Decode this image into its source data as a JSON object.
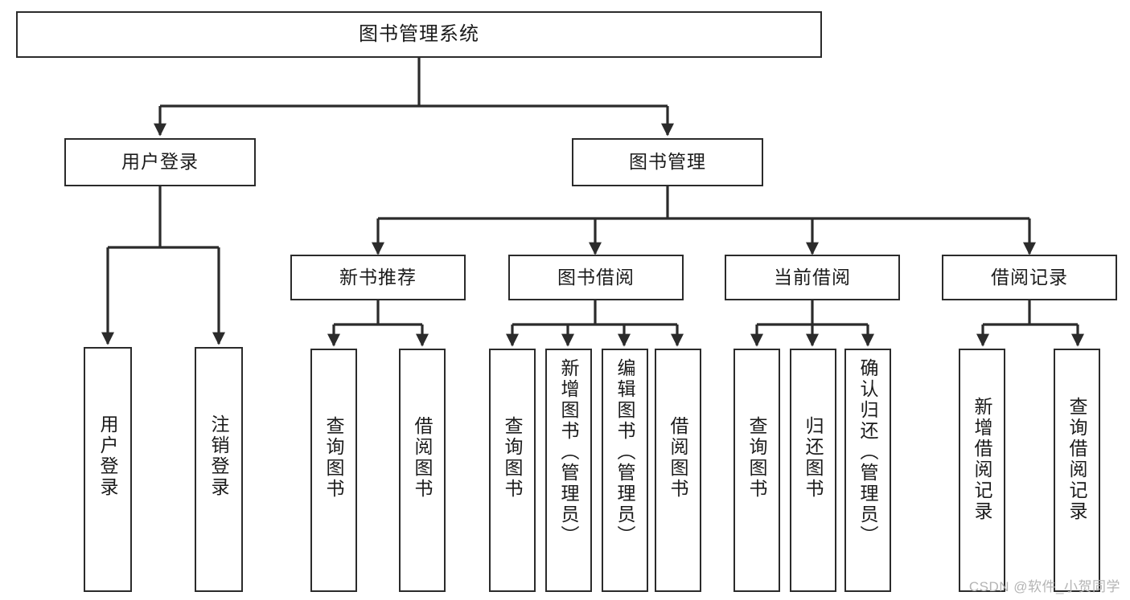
{
  "diagram": {
    "type": "tree-hierarchy",
    "title": "图书管理系统",
    "root": {
      "id": "root",
      "label": "图书管理系统",
      "orientation": "horizontal"
    },
    "level2": [
      {
        "id": "user-login",
        "label": "用户登录",
        "orientation": "horizontal"
      },
      {
        "id": "book-management",
        "label": "图书管理",
        "orientation": "horizontal"
      }
    ],
    "level3": [
      {
        "id": "new-book-recommend",
        "label": "新书推荐",
        "orientation": "horizontal",
        "parent": "book-management"
      },
      {
        "id": "book-borrow",
        "label": "图书借阅",
        "orientation": "horizontal",
        "parent": "book-management"
      },
      {
        "id": "current-borrow",
        "label": "当前借阅",
        "orientation": "horizontal",
        "parent": "book-management"
      },
      {
        "id": "borrow-record",
        "label": "借阅记录",
        "orientation": "horizontal",
        "parent": "book-management"
      }
    ],
    "leaves": [
      {
        "id": "leaf-user-login",
        "label": "用户登录",
        "parent": "user-login",
        "orientation": "vertical"
      },
      {
        "id": "leaf-user-logout",
        "label": "注销登录",
        "parent": "user-login",
        "orientation": "vertical"
      },
      {
        "id": "leaf-query-book-1",
        "label": "查询图书",
        "parent": "new-book-recommend",
        "orientation": "vertical"
      },
      {
        "id": "leaf-borrow-book-1",
        "label": "借阅图书",
        "parent": "new-book-recommend",
        "orientation": "vertical"
      },
      {
        "id": "leaf-query-book-2",
        "label": "查询图书",
        "parent": "book-borrow",
        "orientation": "vertical"
      },
      {
        "id": "leaf-add-book",
        "label": "新增图书（管理员）",
        "parent": "book-borrow",
        "orientation": "vertical"
      },
      {
        "id": "leaf-edit-book",
        "label": "编辑图书（管理员）",
        "parent": "book-borrow",
        "orientation": "vertical"
      },
      {
        "id": "leaf-borrow-book-2",
        "label": "借阅图书",
        "parent": "book-borrow",
        "orientation": "vertical"
      },
      {
        "id": "leaf-query-book-3",
        "label": "查询图书",
        "parent": "current-borrow",
        "orientation": "vertical"
      },
      {
        "id": "leaf-return-book",
        "label": "归还图书",
        "parent": "current-borrow",
        "orientation": "vertical"
      },
      {
        "id": "leaf-confirm-return",
        "label": "确认归还（管理员）",
        "parent": "current-borrow",
        "orientation": "vertical"
      },
      {
        "id": "leaf-add-record",
        "label": "新增借阅记录",
        "parent": "borrow-record",
        "orientation": "vertical"
      },
      {
        "id": "leaf-query-record",
        "label": "查询借阅记录",
        "parent": "borrow-record",
        "orientation": "vertical"
      }
    ],
    "watermark": "CSDN @软件_小贺同学",
    "colors": {
      "stroke": "#2b2b2b",
      "fill": "#ffffff",
      "text": "#1b1b1b",
      "watermark": "#b4b4b4"
    }
  }
}
